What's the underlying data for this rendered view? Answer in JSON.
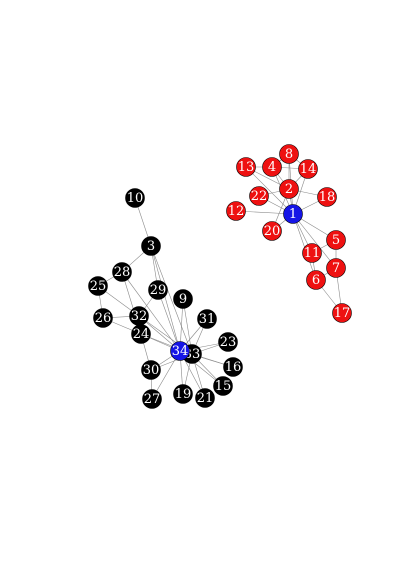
{
  "colors": {
    "black": "#000000",
    "red": "#ee1111",
    "blue": "#1515e6",
    "edge": "#8a8a8a",
    "label": "#ffffff"
  },
  "nodes": [
    {
      "id": "1",
      "color": "blue"
    },
    {
      "id": "2",
      "color": "red"
    },
    {
      "id": "4",
      "color": "red"
    },
    {
      "id": "5",
      "color": "red"
    },
    {
      "id": "6",
      "color": "red"
    },
    {
      "id": "7",
      "color": "red"
    },
    {
      "id": "8",
      "color": "red"
    },
    {
      "id": "11",
      "color": "red"
    },
    {
      "id": "12",
      "color": "red"
    },
    {
      "id": "13",
      "color": "red"
    },
    {
      "id": "14",
      "color": "red"
    },
    {
      "id": "17",
      "color": "red"
    },
    {
      "id": "18",
      "color": "red"
    },
    {
      "id": "20",
      "color": "red"
    },
    {
      "id": "22",
      "color": "red"
    },
    {
      "id": "3",
      "color": "black"
    },
    {
      "id": "9",
      "color": "black"
    },
    {
      "id": "10",
      "color": "black"
    },
    {
      "id": "15",
      "color": "black"
    },
    {
      "id": "16",
      "color": "black"
    },
    {
      "id": "19",
      "color": "black"
    },
    {
      "id": "21",
      "color": "black"
    },
    {
      "id": "23",
      "color": "black"
    },
    {
      "id": "24",
      "color": "black"
    },
    {
      "id": "25",
      "color": "black"
    },
    {
      "id": "26",
      "color": "black"
    },
    {
      "id": "27",
      "color": "black"
    },
    {
      "id": "28",
      "color": "black"
    },
    {
      "id": "29",
      "color": "black"
    },
    {
      "id": "30",
      "color": "black"
    },
    {
      "id": "31",
      "color": "black"
    },
    {
      "id": "32",
      "color": "black"
    },
    {
      "id": "33",
      "color": "black"
    },
    {
      "id": "34",
      "color": "blue"
    }
  ],
  "edges": [
    [
      "1",
      "2"
    ],
    [
      "1",
      "4"
    ],
    [
      "1",
      "8"
    ],
    [
      "1",
      "13"
    ],
    [
      "1",
      "14"
    ],
    [
      "1",
      "18"
    ],
    [
      "1",
      "22"
    ],
    [
      "1",
      "12"
    ],
    [
      "1",
      "20"
    ],
    [
      "1",
      "11"
    ],
    [
      "1",
      "5"
    ],
    [
      "1",
      "6"
    ],
    [
      "1",
      "7"
    ],
    [
      "2",
      "4"
    ],
    [
      "2",
      "8"
    ],
    [
      "2",
      "14"
    ],
    [
      "2",
      "18"
    ],
    [
      "2",
      "22"
    ],
    [
      "2",
      "20"
    ],
    [
      "4",
      "8"
    ],
    [
      "4",
      "13"
    ],
    [
      "4",
      "14"
    ],
    [
      "13",
      "2"
    ],
    [
      "8",
      "14"
    ],
    [
      "5",
      "7"
    ],
    [
      "5",
      "11"
    ],
    [
      "6",
      "7"
    ],
    [
      "6",
      "11"
    ],
    [
      "6",
      "17"
    ],
    [
      "7",
      "17"
    ],
    [
      "3",
      "10"
    ],
    [
      "3",
      "28"
    ],
    [
      "3",
      "29"
    ],
    [
      "3",
      "33"
    ],
    [
      "3",
      "34"
    ],
    [
      "9",
      "34"
    ],
    [
      "9",
      "33"
    ],
    [
      "28",
      "24"
    ],
    [
      "28",
      "34"
    ],
    [
      "29",
      "32"
    ],
    [
      "29",
      "34"
    ],
    [
      "25",
      "26"
    ],
    [
      "25",
      "32"
    ],
    [
      "25",
      "28"
    ],
    [
      "26",
      "24"
    ],
    [
      "26",
      "32"
    ],
    [
      "24",
      "30"
    ],
    [
      "24",
      "33"
    ],
    [
      "24",
      "34"
    ],
    [
      "32",
      "34"
    ],
    [
      "32",
      "33"
    ],
    [
      "30",
      "27"
    ],
    [
      "30",
      "34"
    ],
    [
      "30",
      "33"
    ],
    [
      "27",
      "34"
    ],
    [
      "33",
      "34"
    ],
    [
      "34",
      "31"
    ],
    [
      "33",
      "31"
    ],
    [
      "34",
      "23"
    ],
    [
      "33",
      "23"
    ],
    [
      "34",
      "16"
    ],
    [
      "33",
      "16"
    ],
    [
      "34",
      "15"
    ],
    [
      "33",
      "15"
    ],
    [
      "34",
      "19"
    ],
    [
      "33",
      "19"
    ],
    [
      "34",
      "21"
    ],
    [
      "33",
      "21"
    ]
  ]
}
